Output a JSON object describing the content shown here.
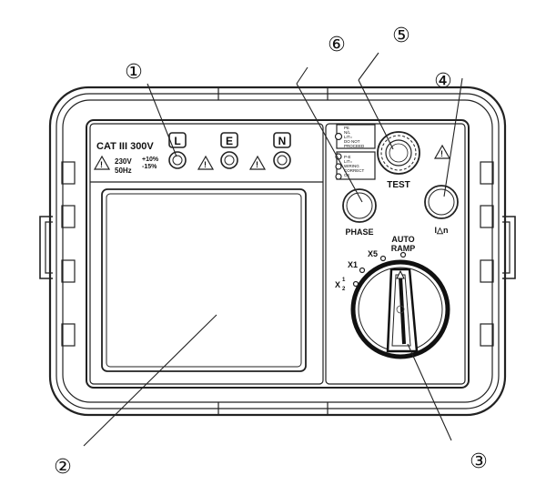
{
  "callouts": {
    "c1": "①",
    "c2": "②",
    "c3": "③",
    "c4": "④",
    "c5": "⑤",
    "c6": "⑥"
  },
  "terminals": {
    "L": "L",
    "E": "E",
    "N": "N"
  },
  "rating": {
    "cat": "CAT III 300V",
    "voltage": "230V",
    "freq": "50Hz",
    "tol_plus": "+10%",
    "tol_minus": "-15%"
  },
  "indicators": {
    "top": [
      "PE",
      "N/L",
      "LIT=",
      "DO NOT",
      "PROCEED"
    ],
    "bottom": [
      "P-E",
      "LIT=",
      "WIRING",
      "CORRECT",
      "OK"
    ]
  },
  "buttons": {
    "test": "TEST",
    "phase": "PHASE",
    "idn": "I△n"
  },
  "dial": {
    "x_half": "X",
    "half_num": "1",
    "half_den": "2",
    "x1": "X1",
    "x5": "X5",
    "auto": "AUTO",
    "ramp": "RAMP"
  }
}
